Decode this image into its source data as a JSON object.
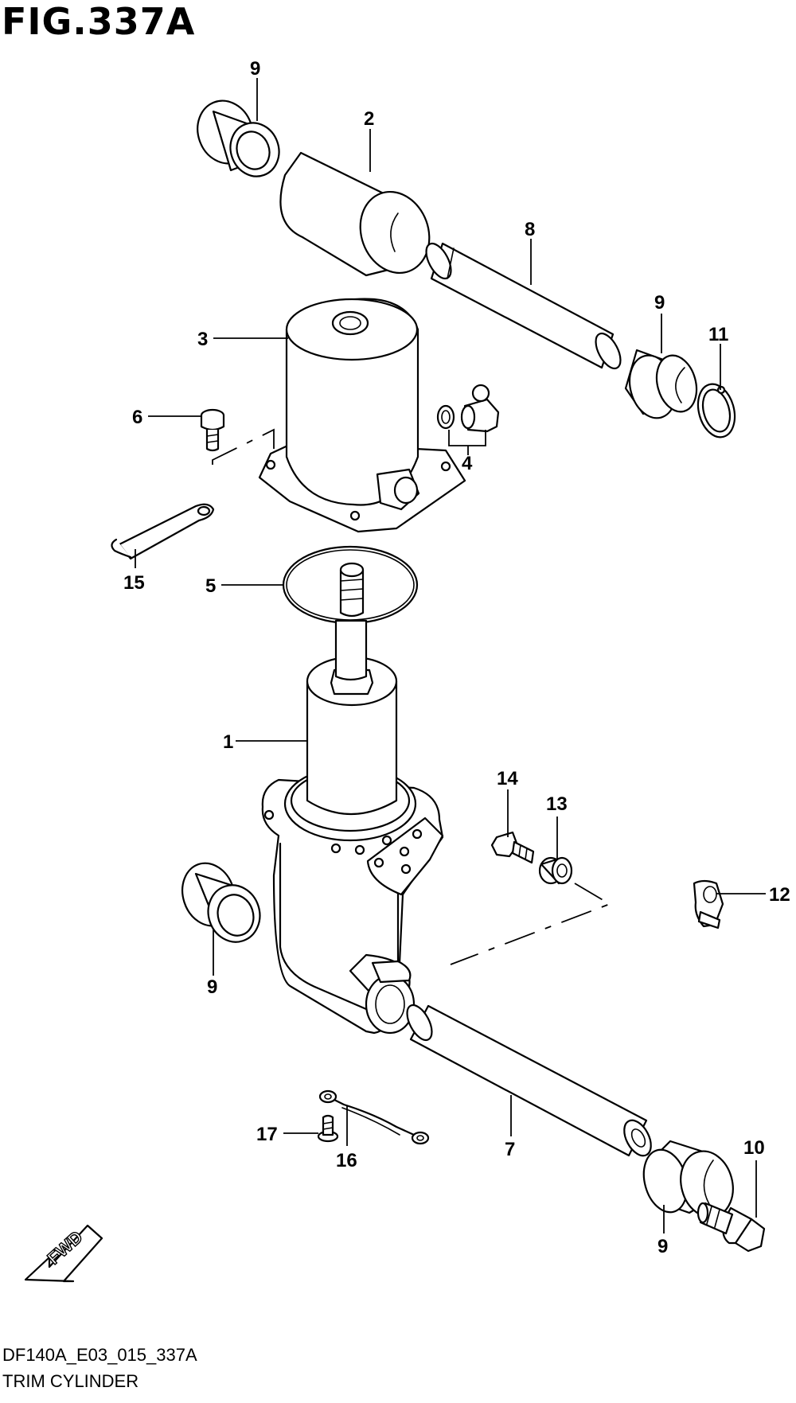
{
  "figure": {
    "title": "FIG.337A",
    "code": "DF140A_E03_015_337A",
    "name": "TRIM CYLINDER",
    "fwd_label": "FWD"
  },
  "callouts": [
    {
      "id": "c9a",
      "label": "9"
    },
    {
      "id": "c2",
      "label": "2"
    },
    {
      "id": "c8",
      "label": "8"
    },
    {
      "id": "c9b",
      "label": "9"
    },
    {
      "id": "c11",
      "label": "11"
    },
    {
      "id": "c3",
      "label": "3"
    },
    {
      "id": "c6",
      "label": "6"
    },
    {
      "id": "c4",
      "label": "4"
    },
    {
      "id": "c15",
      "label": "15"
    },
    {
      "id": "c5",
      "label": "5"
    },
    {
      "id": "c1",
      "label": "1"
    },
    {
      "id": "c14",
      "label": "14"
    },
    {
      "id": "c13",
      "label": "13"
    },
    {
      "id": "c12",
      "label": "12"
    },
    {
      "id": "c9c",
      "label": "9"
    },
    {
      "id": "c17",
      "label": "17"
    },
    {
      "id": "c16",
      "label": "16"
    },
    {
      "id": "c7",
      "label": "7"
    },
    {
      "id": "c10",
      "label": "10"
    },
    {
      "id": "c9d",
      "label": "9"
    }
  ]
}
